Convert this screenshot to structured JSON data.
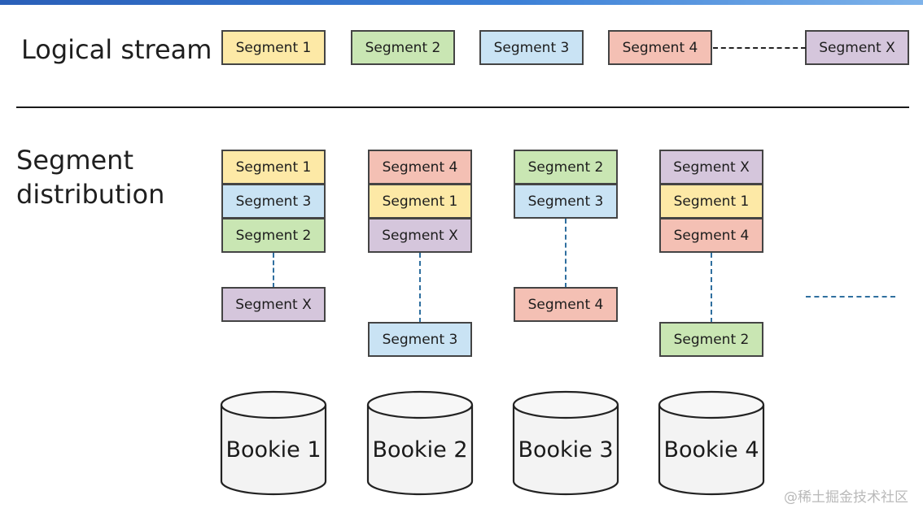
{
  "labels": {
    "logical_stream": "Logical stream",
    "segment_distribution_line1": "Segment",
    "segment_distribution_line2": "distribution"
  },
  "colors": {
    "yellow": "#fde9a6",
    "green": "#c9e6b3",
    "blue": "#c9e3f4",
    "red": "#f4c0b4",
    "purple": "#d5c6dc",
    "connector_blue": "#2f6f9f"
  },
  "logical_stream": [
    {
      "label": "Segment 1",
      "color": "yellow"
    },
    {
      "label": "Segment 2",
      "color": "green"
    },
    {
      "label": "Segment 3",
      "color": "blue"
    },
    {
      "label": "Segment 4",
      "color": "red"
    },
    {
      "label": "Segment X",
      "color": "purple"
    }
  ],
  "bookies": [
    {
      "label": "Bookie 1",
      "stack": [
        {
          "label": "Segment 1",
          "color": "yellow"
        },
        {
          "label": "Segment 3",
          "color": "blue"
        },
        {
          "label": "Segment 2",
          "color": "green"
        }
      ],
      "bottom": {
        "label": "Segment X",
        "color": "purple"
      }
    },
    {
      "label": "Bookie 2",
      "stack": [
        {
          "label": "Segment 4",
          "color": "red"
        },
        {
          "label": "Segment 1",
          "color": "yellow"
        },
        {
          "label": "Segment X",
          "color": "purple"
        }
      ],
      "bottom": {
        "label": "Segment 3",
        "color": "blue"
      }
    },
    {
      "label": "Bookie 3",
      "stack": [
        {
          "label": "Segment 2",
          "color": "green"
        },
        {
          "label": "Segment 3",
          "color": "blue"
        }
      ],
      "bottom": {
        "label": "Segment 4",
        "color": "red"
      }
    },
    {
      "label": "Bookie 4",
      "stack": [
        {
          "label": "Segment X",
          "color": "purple"
        },
        {
          "label": "Segment 1",
          "color": "yellow"
        },
        {
          "label": "Segment 4",
          "color": "red"
        }
      ],
      "bottom": {
        "label": "Segment 2",
        "color": "green"
      }
    }
  ],
  "watermark": "@稀土掘金技术社区"
}
